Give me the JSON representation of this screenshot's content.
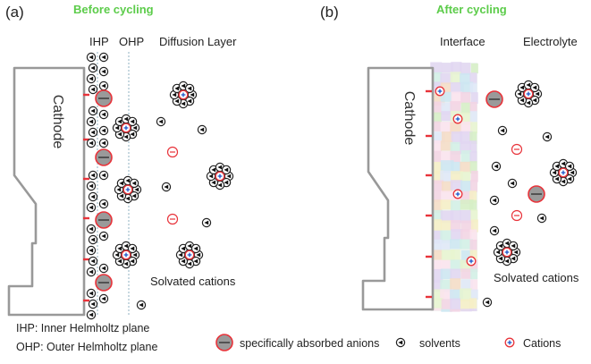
{
  "panels": [
    {
      "label": "(a)",
      "title": "Before cycling",
      "layer_labels": [
        "IHP",
        "OHP",
        "Diffusion Layer"
      ],
      "electrode_label": "Cathode",
      "annotation": "Solvated cations"
    },
    {
      "label": "(b)",
      "title": "After cycling",
      "layer_labels": [
        "Interface",
        "Electrolyte"
      ],
      "electrode_label": "Cathode",
      "annotation": "Solvated cations"
    }
  ],
  "notes": {
    "ihp": "IHP: Inner Helmholtz plane",
    "ohp": "OHP: Outer Helmholtz plane"
  },
  "legend": [
    {
      "icon": "specifically-absorbed-anion-icon",
      "label": "specifically absorbed anions"
    },
    {
      "icon": "solvent-icon",
      "label": "solvents"
    },
    {
      "icon": "cation-icon",
      "label": "Cations"
    }
  ],
  "colors": {
    "title_green": "#5ccc4a",
    "red_marker": "#e8333a",
    "anion_fill": "#9a9a9a",
    "outline_gray": "#999999"
  }
}
